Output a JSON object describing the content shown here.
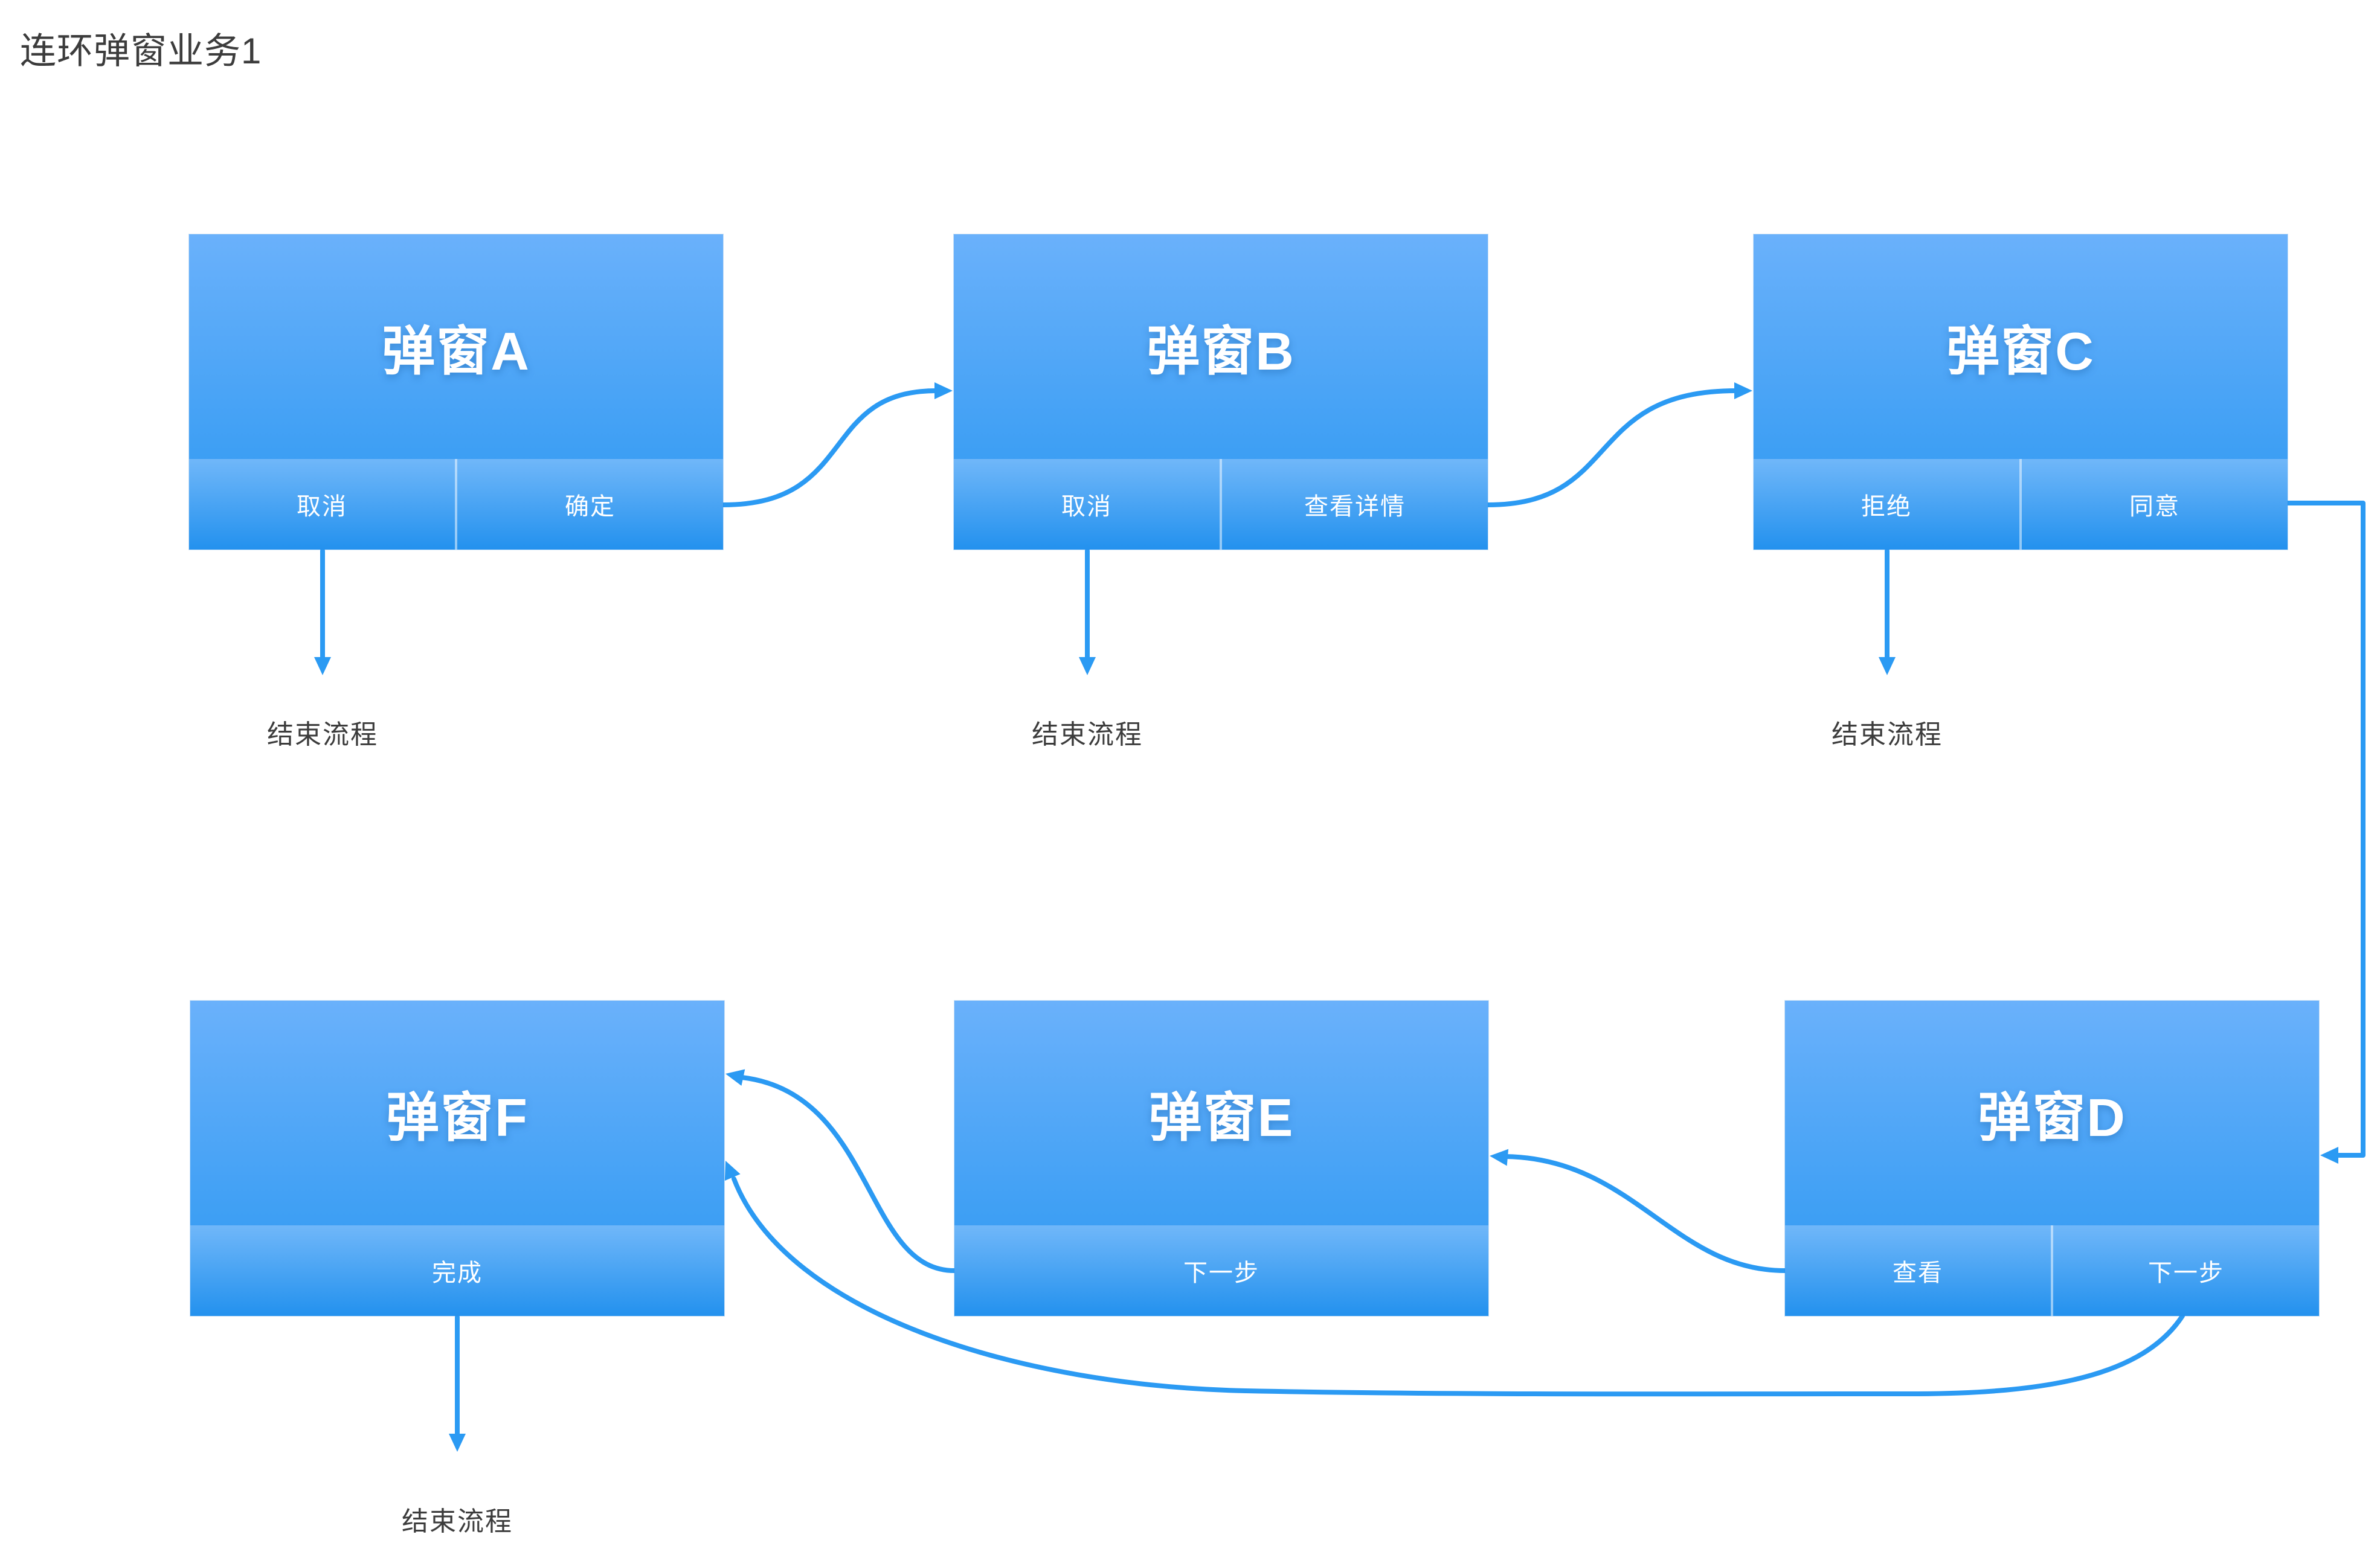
{
  "page": {
    "title": "连环弹窗业务1"
  },
  "colors": {
    "connector": "#2b9af3",
    "popup_gradient_top": "#6ab1fb",
    "popup_gradient_bottom": "#2a97f1",
    "footer_gradient_top": "#70b7f9",
    "footer_gradient_bottom": "#2391ee",
    "text": "#3c3c3c"
  },
  "end_label": "结束流程",
  "popups": [
    {
      "id": "A",
      "title": "弹窗A",
      "buttons": [
        "取消",
        "确定"
      ]
    },
    {
      "id": "B",
      "title": "弹窗B",
      "buttons": [
        "取消",
        "查看详情"
      ]
    },
    {
      "id": "C",
      "title": "弹窗C",
      "buttons": [
        "拒绝",
        "同意"
      ]
    },
    {
      "id": "D",
      "title": "弹窗D",
      "buttons": [
        "查看",
        "下一步"
      ]
    },
    {
      "id": "E",
      "title": "弹窗E",
      "buttons": [
        "下一步"
      ]
    },
    {
      "id": "F",
      "title": "弹窗F",
      "buttons": [
        "完成"
      ]
    }
  ]
}
